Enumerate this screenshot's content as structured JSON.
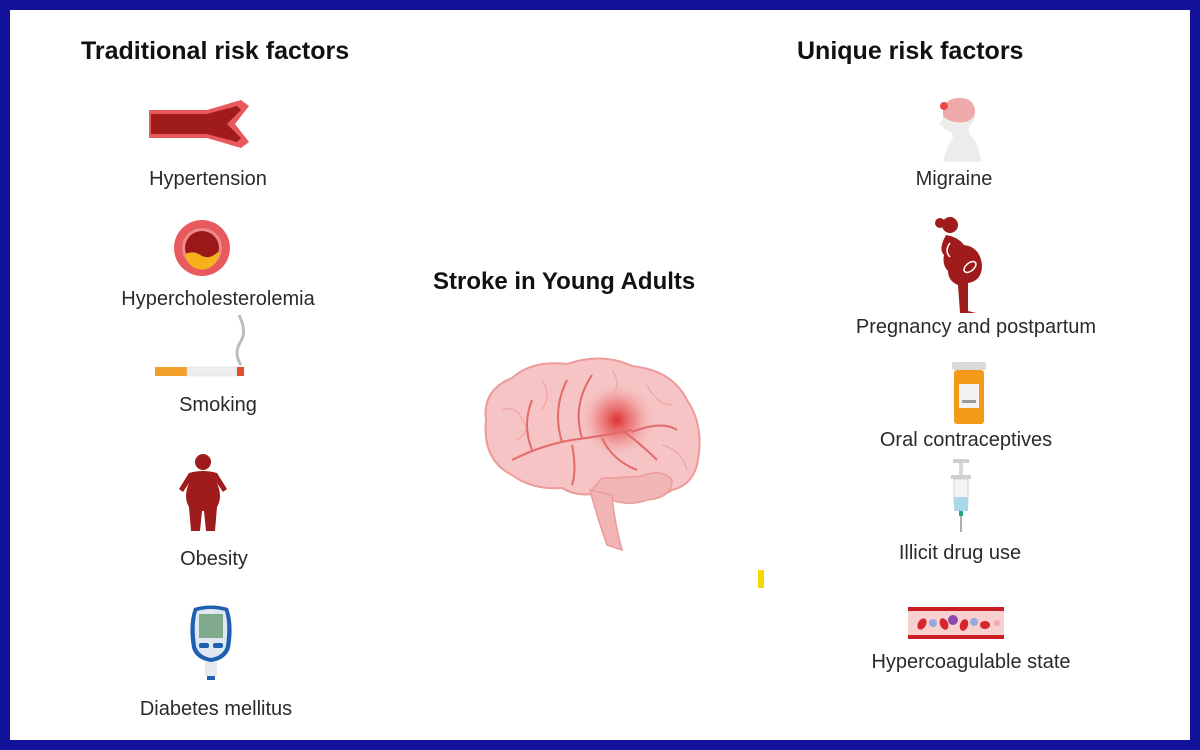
{
  "title": "Stroke in Young Adults",
  "colors": {
    "border": "#12129a",
    "background": "#ffffff",
    "icon_red": "#a01c1c",
    "brain_pink": "#f4b6b6",
    "accent_yellow": "#f5d800"
  },
  "left": {
    "heading": "Traditional risk factors",
    "items": [
      {
        "label": "Hypertension",
        "icon": "blood-vessel-icon"
      },
      {
        "label": "Hypercholesterolemia",
        "icon": "artery-plaque-icon"
      },
      {
        "label": "Smoking",
        "icon": "cigarette-icon"
      },
      {
        "label": "Obesity",
        "icon": "obese-person-icon"
      },
      {
        "label": "Diabetes mellitus",
        "icon": "glucose-meter-icon"
      }
    ]
  },
  "right": {
    "heading": "Unique risk factors",
    "items": [
      {
        "label": "Migraine",
        "icon": "head-brain-icon"
      },
      {
        "label": "Pregnancy and postpartum",
        "icon": "pregnant-woman-icon"
      },
      {
        "label": "Oral contraceptives",
        "icon": "pill-bottle-icon"
      },
      {
        "label": "Illicit drug use",
        "icon": "syringe-icon"
      },
      {
        "label": "Hypercoagulable state",
        "icon": "blood-clot-vessel-icon"
      }
    ]
  },
  "center": {
    "icon": "brain-stroke-icon"
  }
}
